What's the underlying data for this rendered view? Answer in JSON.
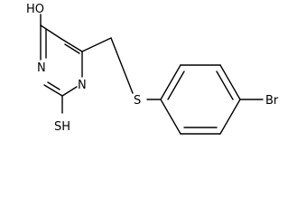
{
  "molecule": {
    "atoms": {
      "hydroxyl": "HO",
      "ring_n1": "N",
      "ring_n3": "N",
      "thiol": "SH",
      "thioether_s": "S",
      "bromine": "Br"
    }
  },
  "colors": {
    "ink": "#000000",
    "background": "#ffffff"
  }
}
